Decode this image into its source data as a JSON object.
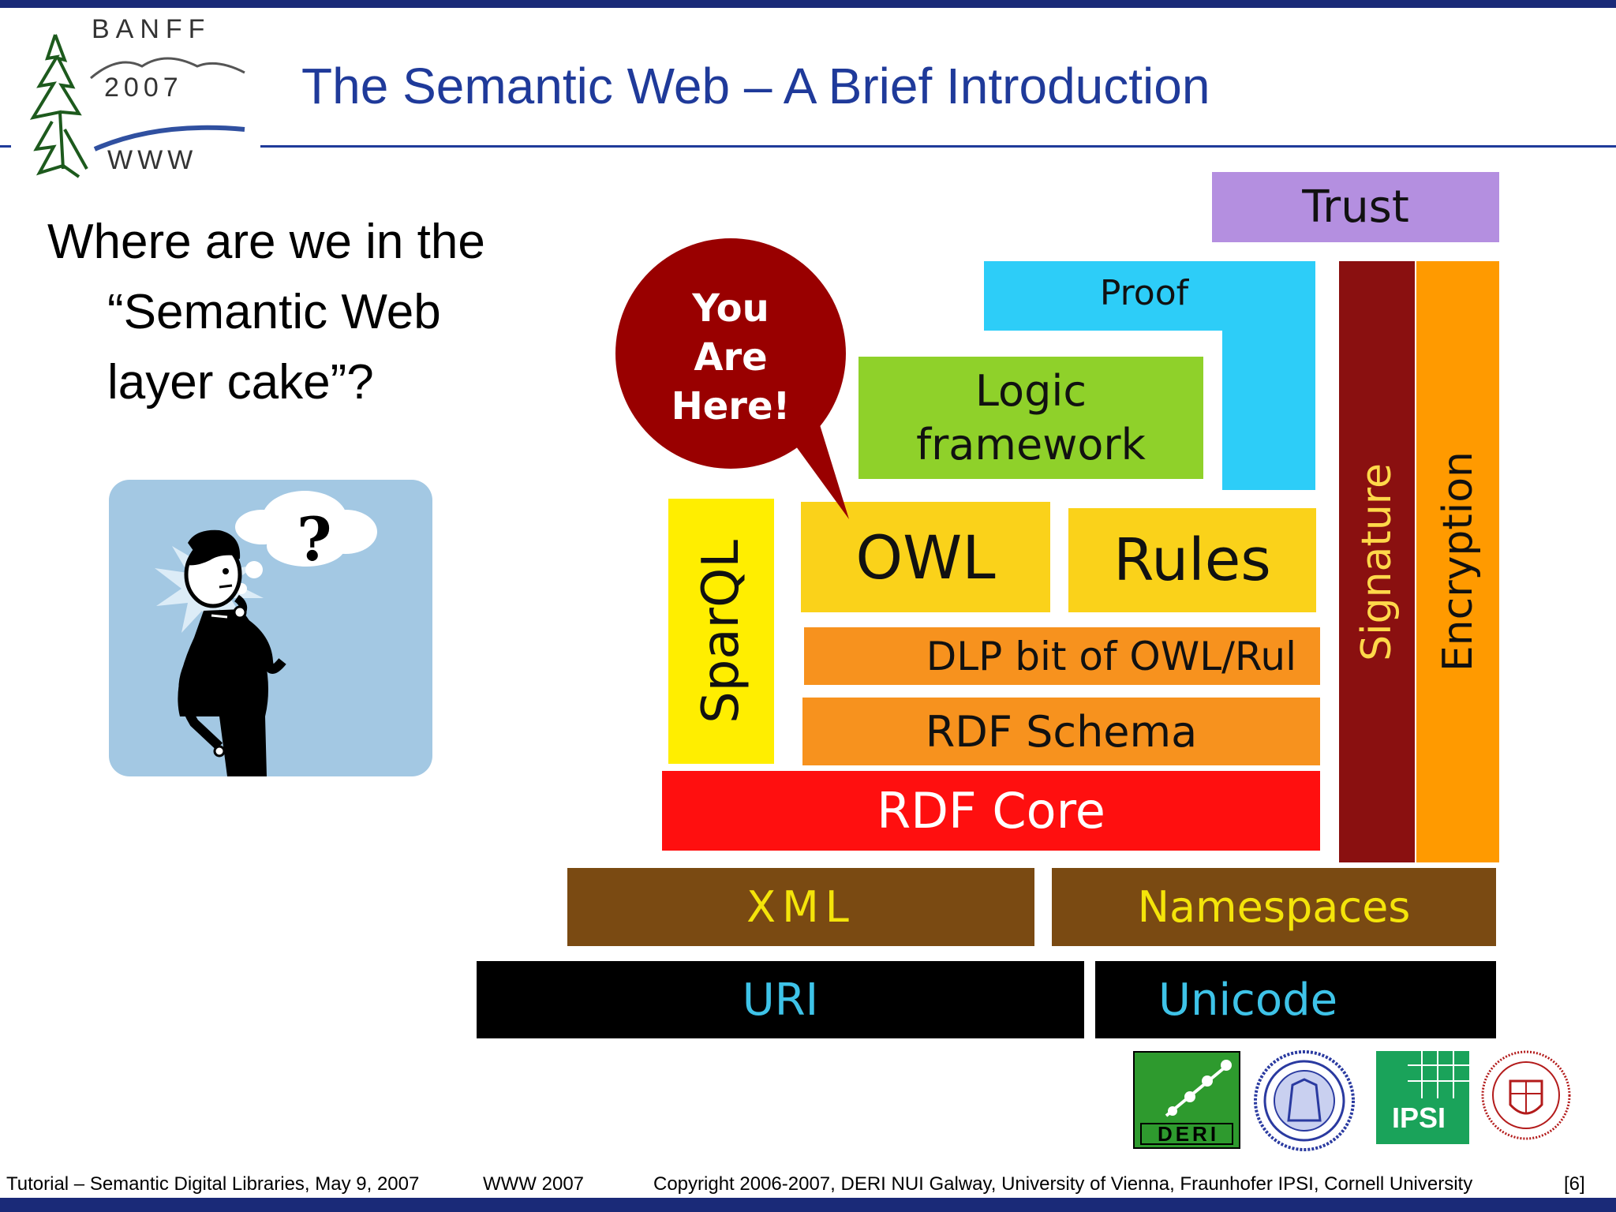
{
  "slide": {
    "title": "The Semantic Web – A Brief Introduction",
    "question": {
      "line1": "Where are we in the",
      "line2": "“Semantic Web",
      "line3": "layer cake”?"
    }
  },
  "conference_logo": {
    "top": "BANFF",
    "year": "2007",
    "bottom": "WWW"
  },
  "callout": {
    "line1": "You",
    "line2": "Are",
    "line3": "Here!"
  },
  "layers": {
    "trust": "Trust",
    "proof": "Proof",
    "logic_line1": "Logic",
    "logic_line2": "framework",
    "sparql": "SparQL",
    "owl": "OWL",
    "rules": "Rules",
    "dlp": "DLP bit of OWL/Rul",
    "rdf_schema": "RDF Schema",
    "rdf_core": "RDF Core",
    "xml": "XML",
    "namespaces": "Namespaces",
    "uri": "URI",
    "unicode": "Unicode",
    "signature": "Signature",
    "encryption": "Encryption"
  },
  "colors": {
    "trust": "#b48fe0",
    "proof": "#2dcdf8",
    "logic": "#8fd12a",
    "sparql": "#ffee00",
    "owl": "#fad21a",
    "rdf_schema": "#f7921e",
    "rdf_core": "#ff0f0f",
    "xml": "#7a4a12",
    "uri": "#000000",
    "signature": "#8a1010",
    "encryption": "#ff9a00",
    "callout": "#990000",
    "title": "#1f3a9a"
  },
  "partner_logos": {
    "deri": "DERI",
    "ipsi": "IPSI"
  },
  "footer": {
    "tutorial": "Tutorial – Semantic Digital Libraries, May 9, 2007",
    "conference": "WWW 2007",
    "copyright": "Copyright 2006-2007, DERI NUI Galway, University of Vienna, Fraunhofer IPSI, Cornell University",
    "page": "[6]"
  }
}
